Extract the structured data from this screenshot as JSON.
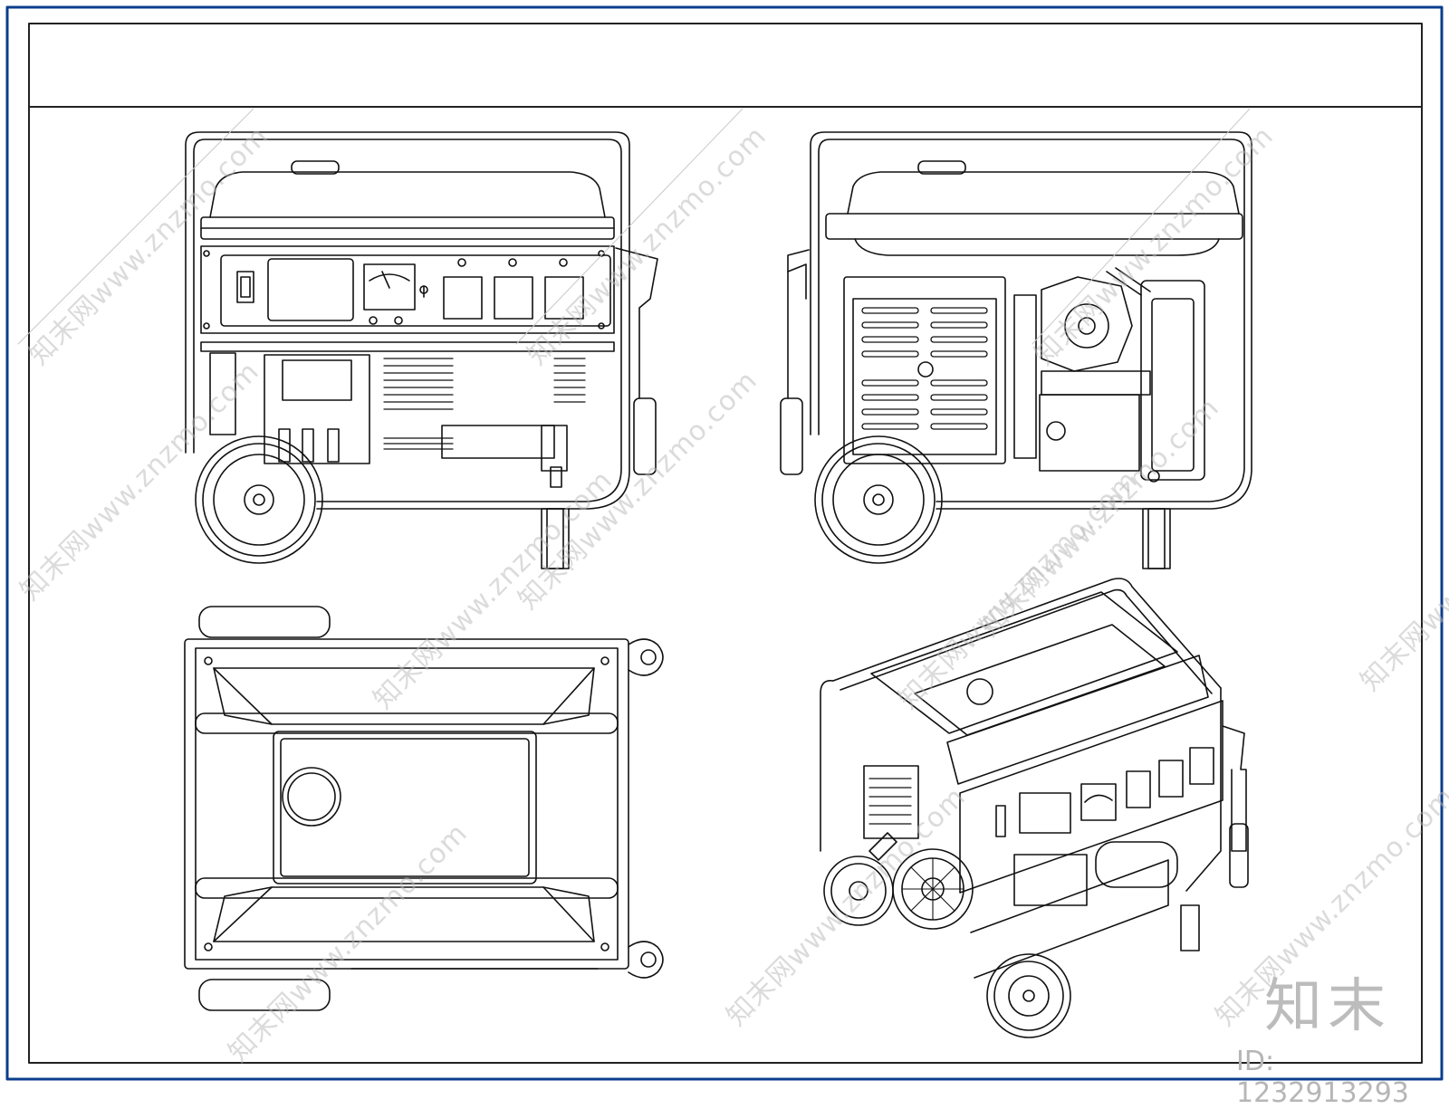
{
  "watermark": {
    "text": "知末网www.znzmo.com"
  },
  "brand": {
    "name": "知末",
    "id_label": "ID: 1232913293"
  },
  "colors": {
    "frame": "#0b3d8c",
    "line": "#111111",
    "watermark": "#b8b8b8"
  }
}
